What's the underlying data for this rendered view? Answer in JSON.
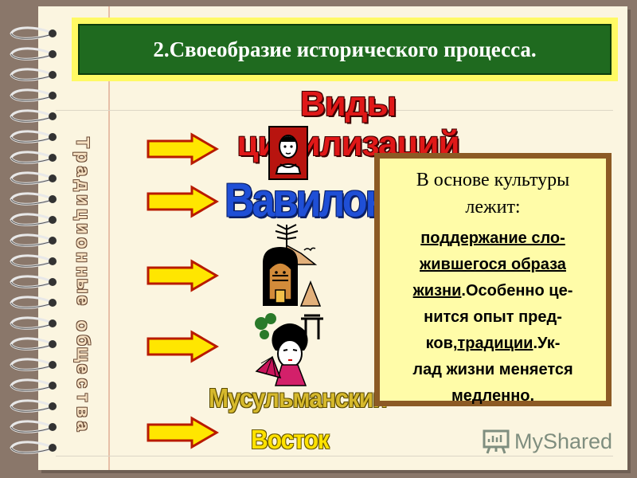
{
  "title": "2.Своеобразие исторического процесса.",
  "subtitle": "Виды цивилизаций",
  "vertical_label": {
    "word1": [
      "Т",
      "р",
      "а",
      "д",
      "и",
      "ц",
      "и",
      "о",
      "н",
      "н",
      "ы",
      "е"
    ],
    "word2": [
      "о",
      "б",
      "щ",
      "е",
      "с",
      "т",
      "в",
      "а"
    ]
  },
  "civilizations": {
    "babylon": "Вавилон",
    "muslim": "Мусульманский",
    "east": "Восток"
  },
  "images": {
    "portrait": "african-portrait-icon",
    "egypt": "pharaoh-pyramids-icon",
    "japan": "japanese-woman-icon"
  },
  "infobox": {
    "line1": "В основе культуры",
    "line2": "лежит:",
    "p1": "поддержание сло-",
    "p2": "жившегося образа",
    "p3_u": "жизни",
    "p3_rest": ".Особенно це-",
    "p4": "нится опыт пред-",
    "p5_a": "ков,",
    "p5_u": "традиции",
    "p5_rest": ".Ук-",
    "p6": "лад жизни меняется",
    "p7": "медленно."
  },
  "watermark": "MyShared",
  "colors": {
    "background": "#8a776a",
    "page": "#fbf5e0",
    "title_bg": "#1f6a1f",
    "title_frame": "#fffa64",
    "subtitle": "#e01818",
    "babylon": "#1f4fd6",
    "arrow_fill": "#ffe600",
    "arrow_stroke": "#b81a00",
    "infobox_frame": "#8c5a24",
    "infobox_bg": "#fffca8"
  }
}
